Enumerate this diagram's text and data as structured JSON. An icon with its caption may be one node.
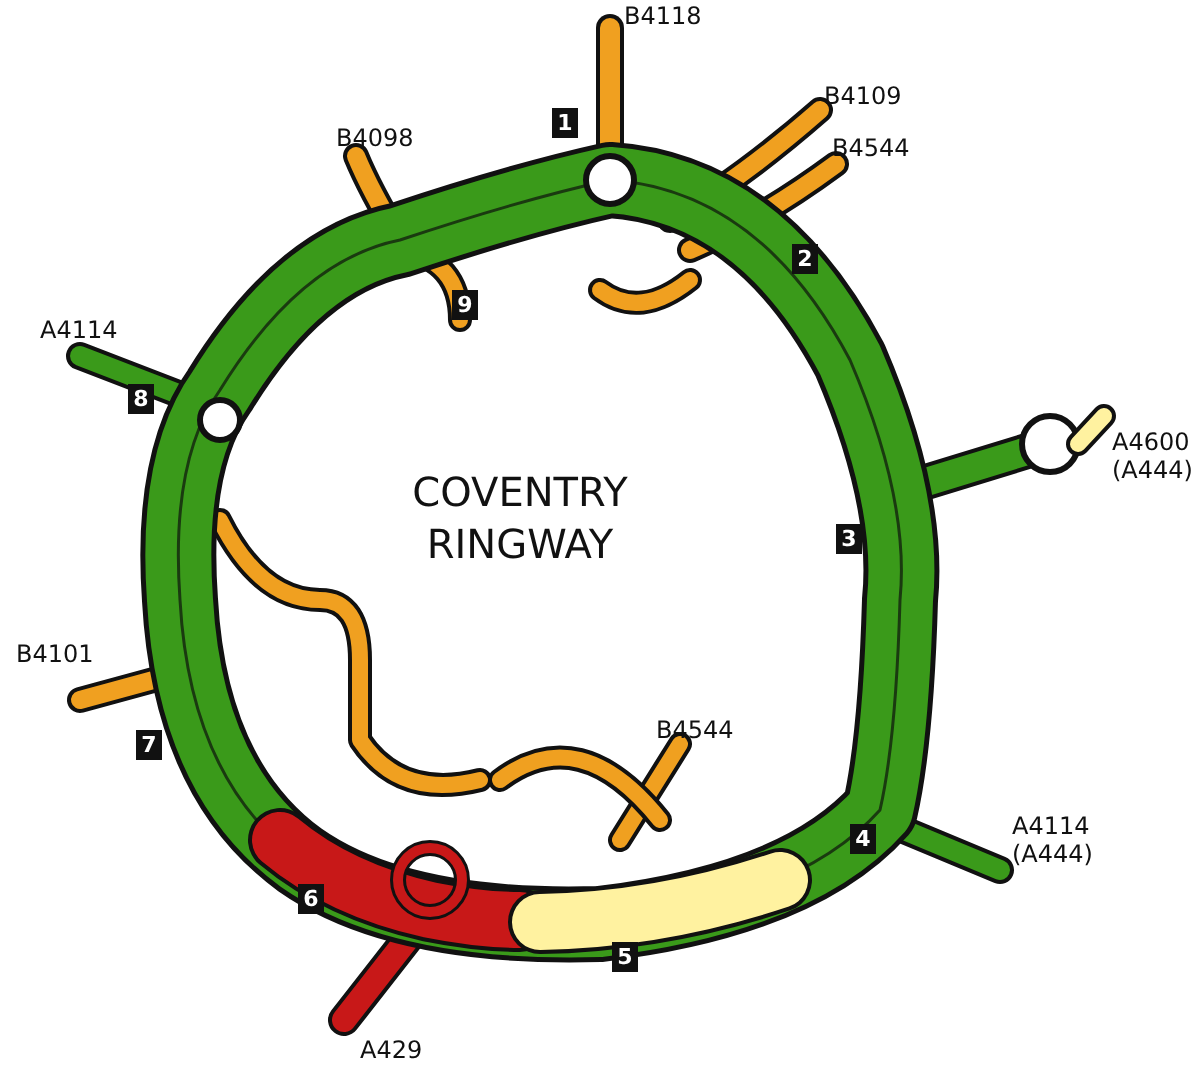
{
  "diagram": {
    "title": "COVENTRY RINGWAY",
    "labels": [
      "B4118",
      "1",
      "B4109",
      "B4098",
      "B4544",
      "2",
      "9",
      "A4114",
      "8",
      "A4600 (A444)",
      "3",
      "B4101",
      "7",
      "B4544",
      "4",
      "6",
      "5",
      "A4114 (A444)",
      "A429"
    ]
  }
}
